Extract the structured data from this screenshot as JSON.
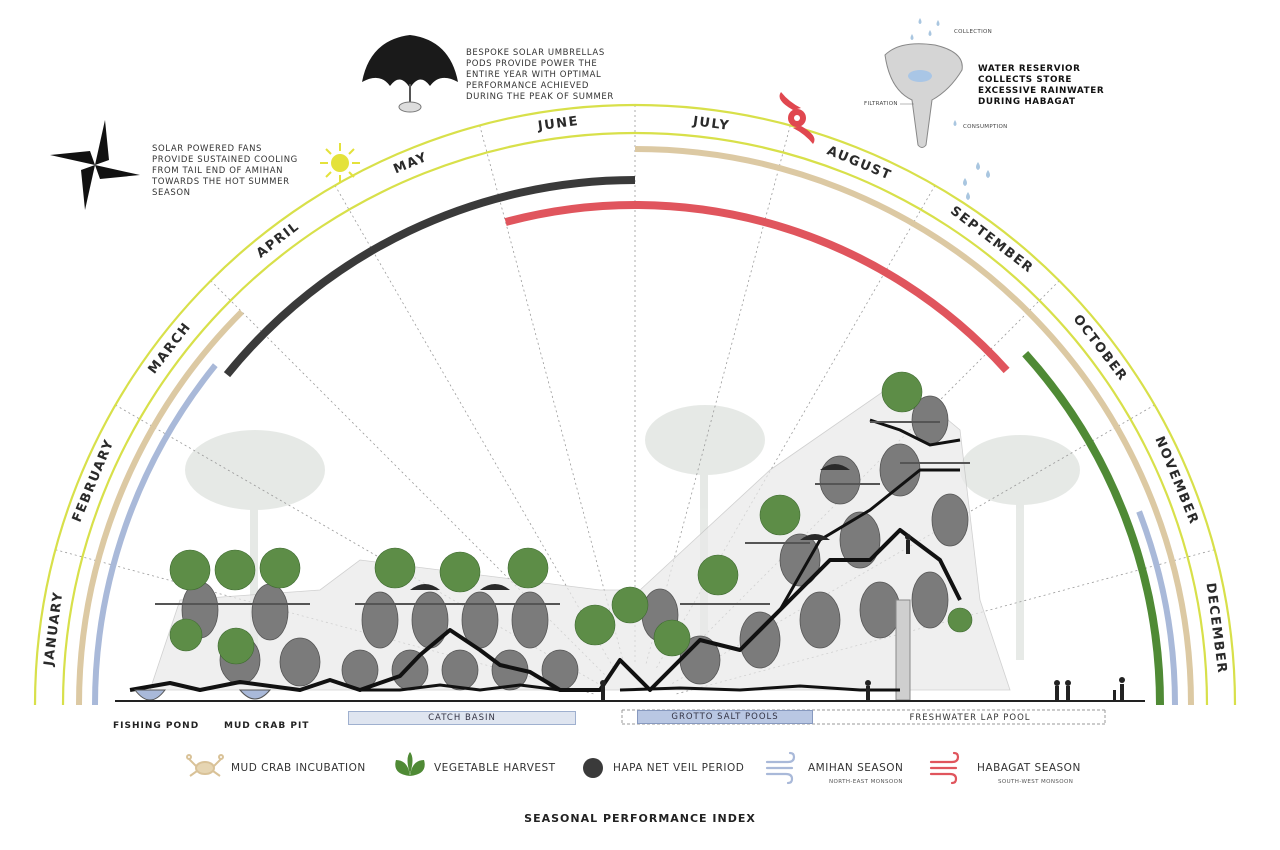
{
  "months": [
    "JANUARY",
    "FEBRUARY",
    "MARCH",
    "APRIL",
    "MAY",
    "JUNE",
    "JULY",
    "AUGUST",
    "SEPTEMBER",
    "OCTOBER",
    "NOVEMBER",
    "DECEMBER"
  ],
  "annotations": {
    "fans": "SOLAR POWERED FANS PROVIDE SUSTAINED COOLING FROM TAIL END OF AMIHAN TOWARDS THE HOT SUMMER SEASON",
    "umbrellas": "BESPOKE SOLAR UMBRELLAS PODS PROVIDE POWER THE ENTIRE YEAR WITH OPTIMAL PERFORMANCE ACHIEVED DURING THE PEAK OF SUMMER",
    "reservoir": "WATER RESERVIOR COLLECTS STORE EXCESSIVE RAINWATER DURING HABAGAT",
    "collection": "COLLECTION",
    "filtration": "FILTRATION",
    "consumption": "CONSUMPTION"
  },
  "zones": {
    "fishing_pond": "FISHING POND",
    "mud_crab_pit": "MUD CRAB PIT",
    "catch_basin": "CATCH BASIN",
    "grotto_salt_pools": "GROTTO SALT POOLS",
    "freshwater_lap_pool": "FRESHWATER LAP POOL"
  },
  "legend": {
    "mud_crab": "MUD CRAB INCUBATION",
    "vegetable": "VEGETABLE HARVEST",
    "hapa": "HAPA NET VEIL PERIOD",
    "amihan": "AMIHAN SEASON",
    "amihan_sub": "NORTH-EAST MONSOON",
    "habagat": "HABAGAT SEASON",
    "habagat_sub": "SOUTH-WEST MONSOON"
  },
  "title": "SEASONAL PERFORMANCE INDEX",
  "colors": {
    "outer_ring": "#d8e04a",
    "mud_crab": "#dcc9a3",
    "amihan": "#a9b9d9",
    "hapa": "#3a3a3a",
    "habagat": "#e0555d",
    "vegetable": "#4f8a35",
    "catch_basin_fill": "#dfe5f0",
    "grotto_fill": "#b9c7e3"
  },
  "season_arcs": [
    {
      "name": "MUD CRAB INCUBATION",
      "start": 0,
      "end": 3,
      "color": "#dcc9a3"
    },
    {
      "name": "MUD CRAB INCUBATION",
      "start": 6,
      "end": 12,
      "color": "#dcc9a3"
    },
    {
      "name": "AMIHAN SEASON",
      "start": 0,
      "end": 2.6,
      "color": "#a9b9d9"
    },
    {
      "name": "AMIHAN SEASON",
      "start": 10.6,
      "end": 12,
      "color": "#a9b9d9"
    },
    {
      "name": "HAPA NET VEIL PERIOD",
      "start": 2.6,
      "end": 6,
      "color": "#3a3a3a"
    },
    {
      "name": "HABAGAT SEASON",
      "start": 5,
      "end": 9.2,
      "color": "#e0555d"
    },
    {
      "name": "VEGETABLE HARVEST",
      "start": 9.2,
      "end": 12,
      "color": "#4f8a35"
    }
  ]
}
